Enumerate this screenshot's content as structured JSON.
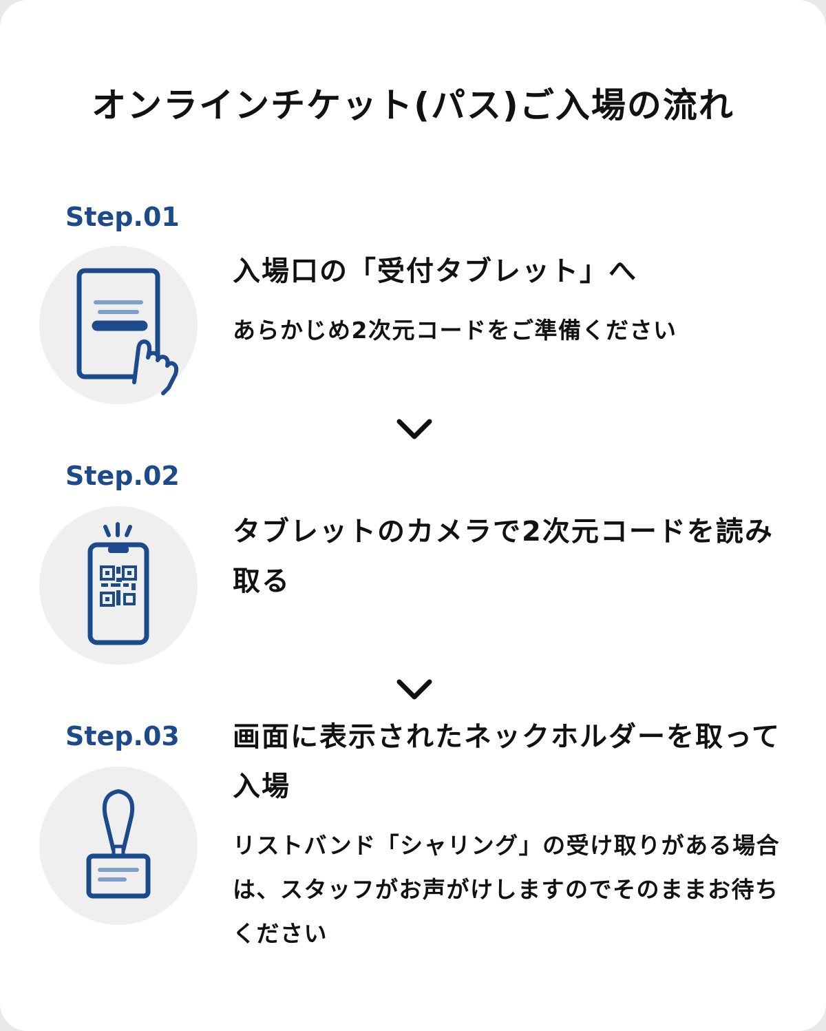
{
  "title": "オンラインチケット(パス)ご入場の流れ",
  "colors": {
    "accent": "#1c4a8a",
    "icon_stroke": "#1c4a8a",
    "icon_light": "#7f9fc8",
    "circle_bg": "#efefef",
    "text": "#111111"
  },
  "steps": [
    {
      "label": "Step.01",
      "icon": "tablet-tap-icon",
      "heading": "入場口の「受付タブレット」へ",
      "description": "あらかじめ2次元コードをご準備ください"
    },
    {
      "label": "Step.02",
      "icon": "phone-qr-scan-icon",
      "heading": "タブレットのカメラで2次元コードを読み取る",
      "description": ""
    },
    {
      "label": "Step.03",
      "icon": "neck-holder-icon",
      "heading": "画面に表示されたネックホルダーを取って入場",
      "description": "リストバンド「シャリング」の受け取りがある場合は、スタッフがお声がけしますのでそのままお待ちください"
    }
  ],
  "arrow_icon": "chevron-down-icon"
}
